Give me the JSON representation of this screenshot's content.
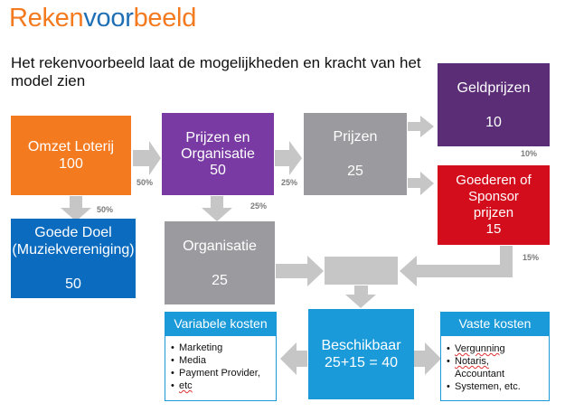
{
  "title": {
    "part1": "Reken",
    "part2": "voor",
    "part3": "beeld"
  },
  "subtitle": "Het rekenvoorbeeld laat de mogelijkheden en kracht van het model zien",
  "boxes": {
    "omzet": {
      "label": "Omzet Loterij",
      "value": "100"
    },
    "goede_doel": {
      "label1": "Goede Doel",
      "label2": "(Muziekvereniging)",
      "value": "50"
    },
    "prijzen_org": {
      "label1": "Prijzen en",
      "label2": "Organisatie",
      "value": "50"
    },
    "organisatie": {
      "label": "Organisatie",
      "value": "25"
    },
    "prijzen": {
      "label": "Prijzen",
      "value": "25"
    },
    "geldprijzen": {
      "label": "Geldprijzen",
      "value": "10"
    },
    "goederen": {
      "label1": "Goederen of",
      "label2": "Sponsor",
      "label3": "prijzen",
      "value": "15"
    },
    "beschikbaar": {
      "label": "Beschikbaar",
      "value": "25+15 = 40"
    }
  },
  "percentages": {
    "p50_down": "50%",
    "p50_right": "50%",
    "p25_down": "25%",
    "p25_right": "25%",
    "p10": "10%",
    "p15": "15%"
  },
  "variabele_kosten": {
    "header": "Variabele kosten",
    "items": [
      "Marketing",
      "Media",
      "Payment Provider,",
      "etc"
    ]
  },
  "vaste_kosten": {
    "header": "Vaste kosten",
    "items": [
      "Vergunning",
      "Notaris,",
      "Accountant",
      "Systemen, etc."
    ]
  },
  "colors": {
    "orange": "#f47a20",
    "blue_dark": "#0a6bbf",
    "purple": "#7a3aa3",
    "purple_dark": "#5b2d77",
    "gray": "#9a9a9f",
    "red": "#d30d1c",
    "cyan": "#1a9ad9",
    "arrow": "#c6c6c6"
  }
}
